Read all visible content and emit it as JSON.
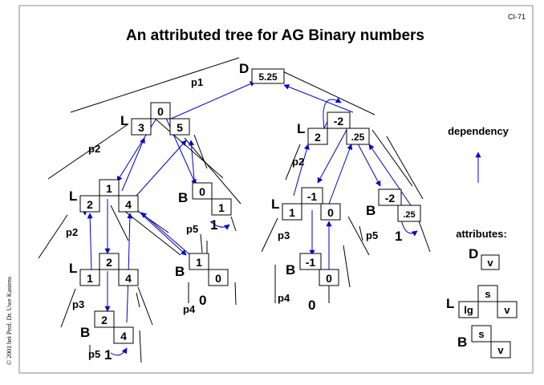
{
  "slide": {
    "id": "CI-71",
    "title": "An attributed tree for AG Binary numbers",
    "copyright": "© 2001 bei Prof. Dr. Uwe Kastens"
  },
  "colors": {
    "frame": "#000000",
    "dependency_arrow": "#0000cc",
    "box_fill": "#ffffff"
  },
  "legend": {
    "dependency_label": "dependency",
    "attributes_label": "attributes:",
    "entries": [
      {
        "symbol": "D",
        "slots": [
          "v"
        ]
      },
      {
        "symbol": "L",
        "slots": [
          "s",
          "lg",
          "v"
        ]
      },
      {
        "symbol": "B",
        "slots": [
          "s",
          "v"
        ]
      }
    ]
  },
  "tree": {
    "root": {
      "symbol": "D",
      "value": "5.25",
      "production": "p1"
    },
    "left_subtree": {
      "L_top": {
        "s": "0",
        "lg": "3",
        "v": "5",
        "production": "p2"
      },
      "L_mid": {
        "s": "1",
        "lg": "2",
        "v": "4",
        "production": "p2"
      },
      "L_low": {
        "s": "2",
        "lg": "1",
        "v": "4",
        "production": "p3"
      },
      "B_low": {
        "s": "2",
        "v": "4",
        "production": "p5",
        "digit": "1"
      },
      "B_mid": {
        "s": "1",
        "v": "0",
        "production": "p4",
        "digit": "0"
      },
      "B_top": {
        "s": "0",
        "v": "1",
        "production": "p5",
        "digit": "1"
      }
    },
    "right_subtree": {
      "L_top": {
        "s": "-2",
        "lg": "2",
        "v": ".25",
        "production": "p2"
      },
      "L_low": {
        "s": "-1",
        "lg": "1",
        "v": "0",
        "production": "p3"
      },
      "B_low": {
        "s": "-1",
        "v": "0",
        "production": "p4",
        "digit": "0"
      },
      "B_right": {
        "s": "-2",
        "v": ".25",
        "production": "p5",
        "digit": "1"
      }
    }
  }
}
